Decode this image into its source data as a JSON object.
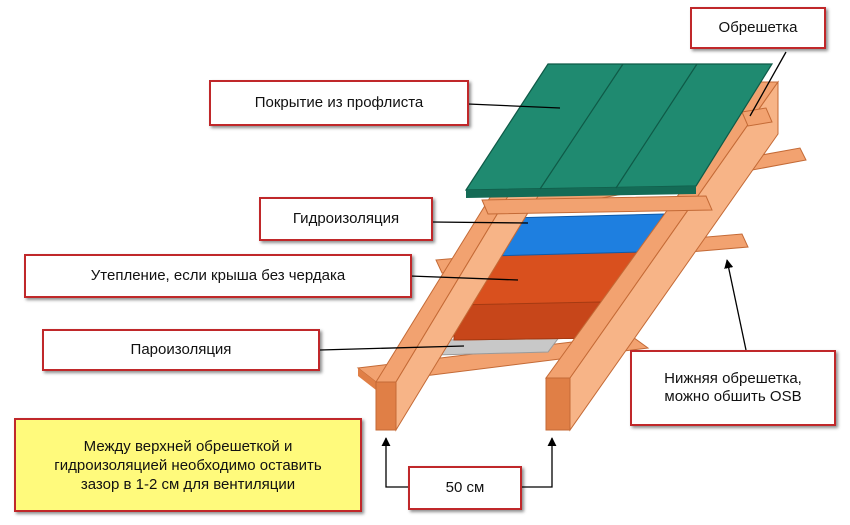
{
  "labels": {
    "lathing": "Обрешетка",
    "roofing": "Покрытие из профлиста",
    "waterproofing": "Гидроизоляция",
    "insulation": "Утепление, если крыша без чердака",
    "vapor_barrier": "Пароизоляция",
    "lower_lathing": "Нижняя обрешетка,\nможно обшить OSB",
    "spacing": "50 см"
  },
  "note": {
    "text": "Между верхней обрешеткой и\nгидроизоляцией необходимо оставить\nзазор в 1-2 см для вентиляции"
  },
  "colors": {
    "label_border": "#c0282a",
    "note_fill": "#fffa7c",
    "wood": "#f2a270",
    "wood_dark": "#e07f46",
    "roof": "#1f8a70",
    "waterproofing": "#1e7fe0",
    "insulation": "#d9501e",
    "vapor": "#c8c8c8"
  }
}
